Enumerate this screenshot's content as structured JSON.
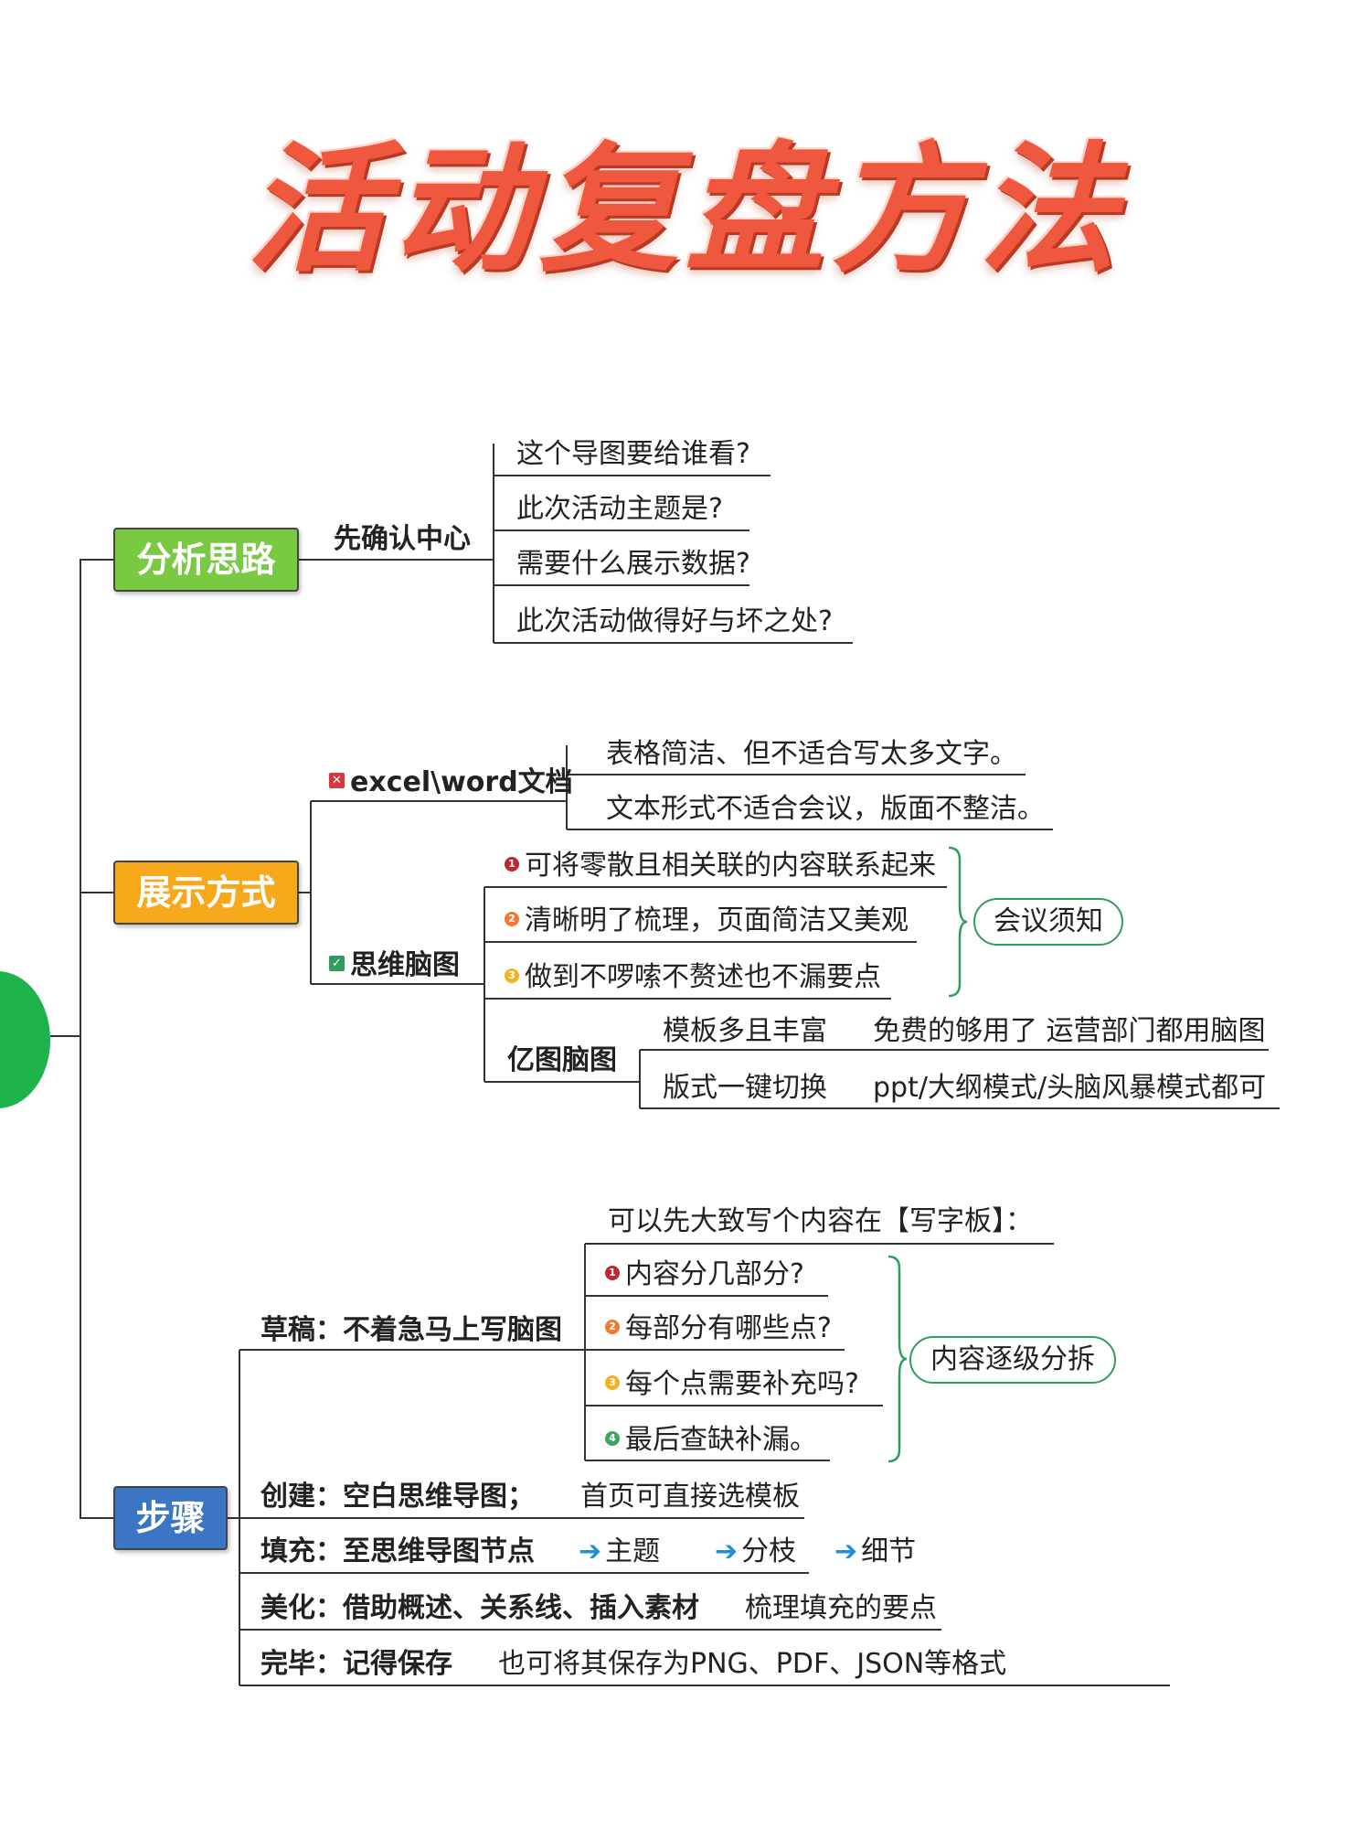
{
  "title": "活动复盘方法",
  "colors": {
    "analysis": "#7ac943",
    "display": "#f7a81b",
    "steps": "#3a76c4",
    "accent_green": "#2e9e5e",
    "title_red": "#f0573f"
  },
  "branches": {
    "analysis": {
      "label": "分析思路",
      "node": "先确认中心",
      "items": [
        "这个导图要给谁看?",
        "此次活动主题是?",
        "需要什么展示数据?",
        "此次活动做得好与坏之处?"
      ]
    },
    "display": {
      "label": "展示方式",
      "excel": {
        "label": "excel\\word文档",
        "mark": "✕",
        "items": [
          "表格简洁、但不适合写太多文字。",
          "文本形式不适合会议，版面不整洁。"
        ]
      },
      "mindmap": {
        "label": "思维脑图",
        "mark": "✓",
        "items": [
          {
            "num": "1",
            "text": "可将零散且相关联的内容联系起来"
          },
          {
            "num": "2",
            "text": "清晰明了梳理，页面简洁又美观"
          },
          {
            "num": "3",
            "text": "做到不啰嗦不赘述也不漏要点"
          }
        ],
        "summary": "会议须知"
      },
      "edraw": {
        "label": "亿图脑图",
        "rows": [
          {
            "key": "模板多且丰富",
            "value": "免费的够用了 运营部门都用脑图"
          },
          {
            "key": "版式一键切换",
            "value": "ppt/大纲模式/头脑风暴模式都可"
          }
        ]
      }
    },
    "steps": {
      "label": "步骤",
      "draft": {
        "label": "草稿：不着急马上写脑图",
        "intro": "可以先大致写个内容在【写字板】：",
        "items": [
          {
            "num": "1",
            "text": "内容分几部分?"
          },
          {
            "num": "2",
            "text": "每部分有哪些点?"
          },
          {
            "num": "3",
            "text": "每个点需要补充吗?"
          },
          {
            "num": "4",
            "text": "最后查缺补漏。"
          }
        ],
        "summary": "内容逐级分拆"
      },
      "create": {
        "label": "创建：空白思维导图；",
        "note": "首页可直接选模板"
      },
      "fill": {
        "label": "填充：至思维导图节点",
        "items": [
          "主题",
          "分枝",
          "细节"
        ]
      },
      "beautify": {
        "label": "美化：借助概述、关系线、插入素材",
        "note": "梳理填充的要点"
      },
      "finish": {
        "label": "完毕：记得保存",
        "note": "也可将其保存为PNG、PDF、JSON等格式"
      }
    }
  }
}
